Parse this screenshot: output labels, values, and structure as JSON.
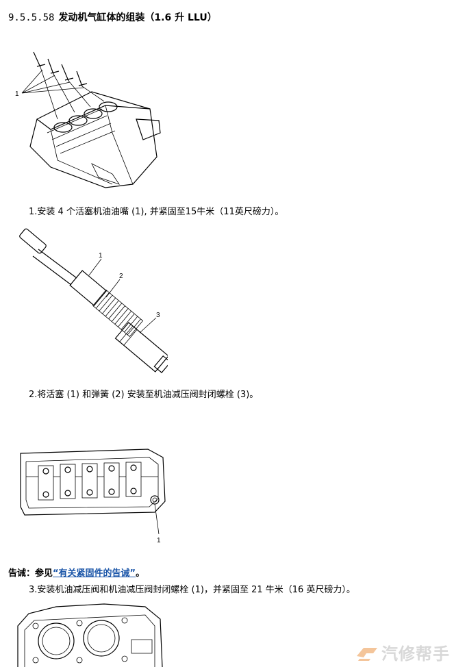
{
  "heading": {
    "number": "9.5.5.58",
    "title": "发动机气缸体的组装（1.6 升  LLU）"
  },
  "figure1": {
    "callout": "1"
  },
  "step1": "1.安装  4   个活塞机油油嘴   (1), 并紧固至15牛米（11英尺磅力）。",
  "figure2": {
    "callouts": [
      "1",
      "2",
      "3"
    ]
  },
  "step2": "2.将活塞   (1) 和弹簧   (2) 安装至机油减压阀封闭螺栓   (3)。",
  "figure3": {
    "callout": "1"
  },
  "warning": {
    "prefix": "告诫：参见",
    "link": "“有关紧固件的告诫”",
    "suffix": "。"
  },
  "step3": "3.安装机油减压阀和机油减压阀封闭螺栓   (1)，并紧固至  21   牛米（16   英尺磅力）。",
  "watermark": {
    "text": "汽修帮手",
    "colors": {
      "mark": "#f4c59a",
      "text": "#d8d8d8"
    }
  }
}
